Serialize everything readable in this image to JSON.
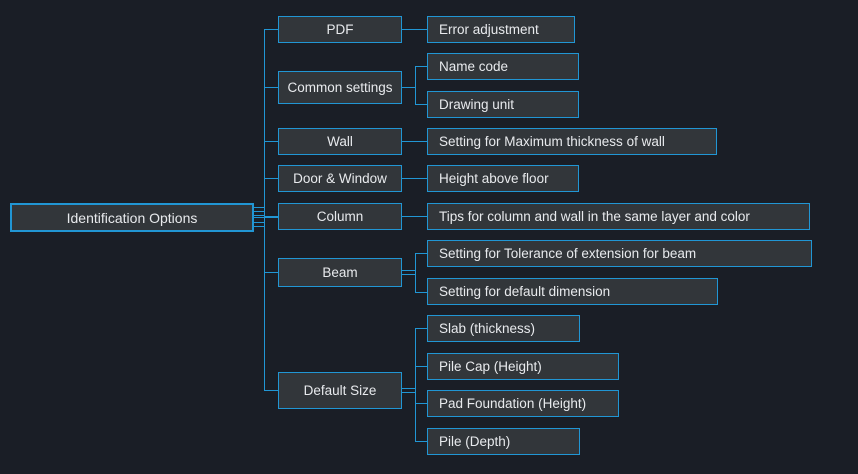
{
  "diagram": {
    "title": "Identification Options tree",
    "background_color": "#1a1e26",
    "node_fill_color": "#32363a",
    "node_border_color": "#2196d4",
    "text_color": "#e8eaed",
    "root": {
      "label": "Identification Options"
    },
    "branches": [
      {
        "label": "PDF",
        "children": [
          {
            "label": "Error adjustment"
          }
        ]
      },
      {
        "label": "Common settings",
        "children": [
          {
            "label": "Name code"
          },
          {
            "label": "Drawing unit"
          }
        ]
      },
      {
        "label": "Wall",
        "children": [
          {
            "label": "Setting for Maximum thickness of wall"
          }
        ]
      },
      {
        "label": "Door & Window",
        "children": [
          {
            "label": "Height above floor"
          }
        ]
      },
      {
        "label": "Column",
        "children": [
          {
            "label": "Tips for column and wall in the same layer and color"
          }
        ]
      },
      {
        "label": "Beam",
        "children": [
          {
            "label": "Setting for Tolerance of extension for beam"
          },
          {
            "label": "Setting for default dimension"
          }
        ]
      },
      {
        "label": "Default Size",
        "children": [
          {
            "label": "Slab (thickness)"
          },
          {
            "label": "Pile Cap (Height)"
          },
          {
            "label": "Pad Foundation (Height)"
          },
          {
            "label": "Pile (Depth)"
          }
        ]
      }
    ]
  }
}
